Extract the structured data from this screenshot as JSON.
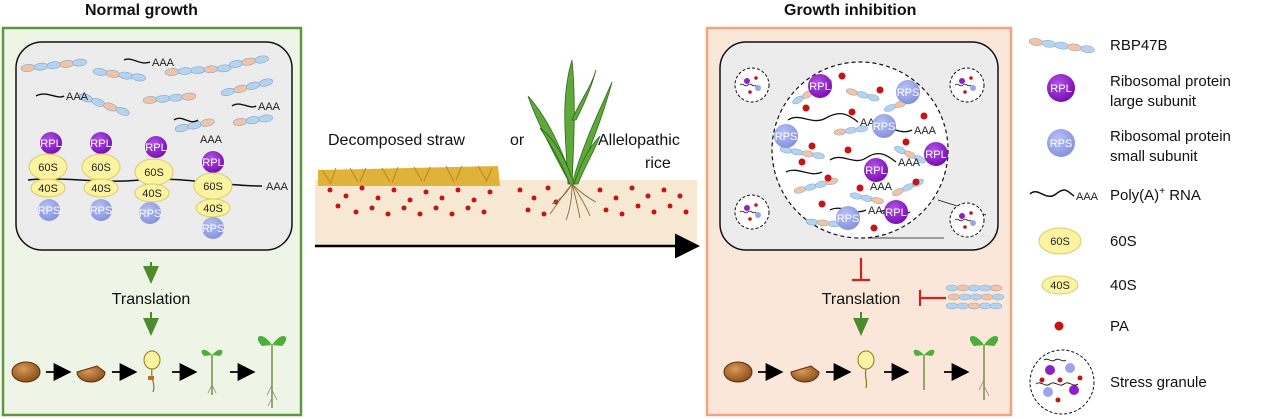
{
  "panels": {
    "normal_title": "Normal growth",
    "inhibition_title": "Growth inhibition",
    "translation_label": "Translation"
  },
  "middle": {
    "straw_label": "Decomposed straw",
    "or_label": "or",
    "rice_label_1": "Allelopathic",
    "rice_label_2": "rice"
  },
  "particles": {
    "rpl": "RPL",
    "rps": "RPS",
    "s60": "60S",
    "s40": "40S",
    "aaa": "AAA"
  },
  "legend": {
    "rbp": "RBP47B",
    "rpl_1": "Ribosomal protein",
    "rpl_2": "large subunit",
    "rps_1": "Ribosomal protein",
    "rps_2": "small subunit",
    "polya": "Poly(A)",
    "polya_sup": "+",
    "polya_suffix": " RNA",
    "s60": "60S",
    "s40": "40S",
    "pa": "PA",
    "sg": "Stress granule"
  },
  "colors": {
    "panel_border_green": "#5b9a3c",
    "panel_fill_green": "#eef5e6",
    "panel_border_orange": "#f2a57c",
    "panel_fill_orange": "#fbe7da",
    "rpl_purple": "#8f1fc7",
    "rps_lavender": "#9aa6e8",
    "ribo_yellow": "#fbf3a0",
    "pa_red": "#c41414",
    "rbp_blue": "#b5d3ee",
    "rbp_peach": "#f6c2a4",
    "arrow_green": "#4e8a2e",
    "inhibit_red": "#cc2222"
  }
}
